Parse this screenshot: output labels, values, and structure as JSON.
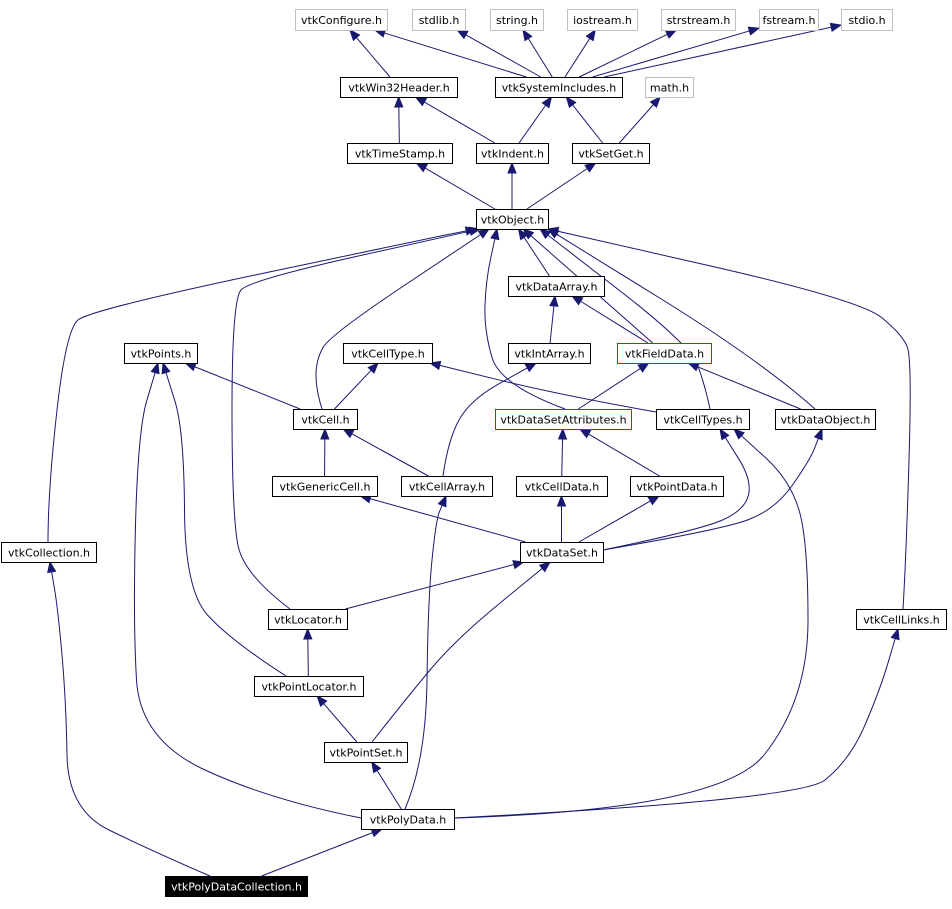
{
  "graph": {
    "nodes": [
      {
        "id": "vtkConfigure",
        "label": "vtkConfigure.h",
        "style": "gray"
      },
      {
        "id": "stdlib",
        "label": "stdlib.h",
        "style": "gray"
      },
      {
        "id": "string",
        "label": "string.h",
        "style": "gray"
      },
      {
        "id": "iostream",
        "label": "iostream.h",
        "style": "gray"
      },
      {
        "id": "strstream",
        "label": "strstream.h",
        "style": "gray"
      },
      {
        "id": "fstream",
        "label": "fstream.h",
        "style": "gray"
      },
      {
        "id": "stdio",
        "label": "stdio.h",
        "style": "gray"
      },
      {
        "id": "vtkWin32Header",
        "label": "vtkWin32Header.h",
        "style": "normal"
      },
      {
        "id": "vtkSystemIncludes",
        "label": "vtkSystemIncludes.h",
        "style": "normal"
      },
      {
        "id": "math",
        "label": "math.h",
        "style": "gray"
      },
      {
        "id": "vtkTimeStamp",
        "label": "vtkTimeStamp.h",
        "style": "normal"
      },
      {
        "id": "vtkIndent",
        "label": "vtkIndent.h",
        "style": "normal"
      },
      {
        "id": "vtkSetGet",
        "label": "vtkSetGet.h",
        "style": "normal"
      },
      {
        "id": "vtkObject",
        "label": "vtkObject.h",
        "style": "normal"
      },
      {
        "id": "vtkDataArray",
        "label": "vtkDataArray.h",
        "style": "normal"
      },
      {
        "id": "vtkPoints",
        "label": "vtkPoints.h",
        "style": "normal"
      },
      {
        "id": "vtkCellType",
        "label": "vtkCellType.h",
        "style": "normal"
      },
      {
        "id": "vtkIntArray",
        "label": "vtkIntArray.h",
        "style": "normal"
      },
      {
        "id": "vtkFieldData",
        "label": "vtkFieldData.h",
        "style": "red"
      },
      {
        "id": "vtkCell",
        "label": "vtkCell.h",
        "style": "normal"
      },
      {
        "id": "vtkDataSetAttributes",
        "label": "vtkDataSetAttributes.h",
        "style": "red"
      },
      {
        "id": "vtkCellTypes",
        "label": "vtkCellTypes.h",
        "style": "normal"
      },
      {
        "id": "vtkDataObject",
        "label": "vtkDataObject.h",
        "style": "normal"
      },
      {
        "id": "vtkGenericCell",
        "label": "vtkGenericCell.h",
        "style": "normal"
      },
      {
        "id": "vtkCellArray",
        "label": "vtkCellArray.h",
        "style": "normal"
      },
      {
        "id": "vtkCellData",
        "label": "vtkCellData.h",
        "style": "normal"
      },
      {
        "id": "vtkPointData",
        "label": "vtkPointData.h",
        "style": "normal"
      },
      {
        "id": "vtkCollection",
        "label": "vtkCollection.h",
        "style": "normal"
      },
      {
        "id": "vtkDataSet",
        "label": "vtkDataSet.h",
        "style": "normal"
      },
      {
        "id": "vtkLocator",
        "label": "vtkLocator.h",
        "style": "normal"
      },
      {
        "id": "vtkCellLinks",
        "label": "vtkCellLinks.h",
        "style": "normal"
      },
      {
        "id": "vtkPointLocator",
        "label": "vtkPointLocator.h",
        "style": "normal"
      },
      {
        "id": "vtkPointSet",
        "label": "vtkPointSet.h",
        "style": "normal"
      },
      {
        "id": "vtkPolyData",
        "label": "vtkPolyData.h",
        "style": "normal"
      },
      {
        "id": "vtkPolyDataCollection",
        "label": "vtkPolyDataCollection.h",
        "style": "root"
      }
    ],
    "edges": [
      [
        "vtkWin32Header",
        "vtkConfigure"
      ],
      [
        "vtkSystemIncludes",
        "vtkConfigure"
      ],
      [
        "vtkSystemIncludes",
        "stdlib"
      ],
      [
        "vtkSystemIncludes",
        "string"
      ],
      [
        "vtkSystemIncludes",
        "iostream"
      ],
      [
        "vtkSystemIncludes",
        "strstream"
      ],
      [
        "vtkSystemIncludes",
        "fstream"
      ],
      [
        "vtkSystemIncludes",
        "stdio"
      ],
      [
        "vtkTimeStamp",
        "vtkWin32Header"
      ],
      [
        "vtkIndent",
        "vtkWin32Header"
      ],
      [
        "vtkIndent",
        "vtkSystemIncludes"
      ],
      [
        "vtkSetGet",
        "vtkSystemIncludes"
      ],
      [
        "vtkSetGet",
        "math"
      ],
      [
        "vtkObject",
        "vtkTimeStamp"
      ],
      [
        "vtkObject",
        "vtkIndent"
      ],
      [
        "vtkObject",
        "vtkSetGet"
      ],
      [
        "vtkDataArray",
        "vtkObject"
      ],
      [
        "vtkIntArray",
        "vtkDataArray"
      ],
      [
        "vtkFieldData",
        "vtkDataArray"
      ],
      [
        "vtkFieldData",
        "vtkObject"
      ],
      [
        "vtkCell",
        "vtkObject"
      ],
      [
        "vtkCell",
        "vtkPoints"
      ],
      [
        "vtkCell",
        "vtkCellType"
      ],
      [
        "vtkDataSetAttributes",
        "vtkObject"
      ],
      [
        "vtkDataSetAttributes",
        "vtkFieldData"
      ],
      [
        "vtkCellTypes",
        "vtkObject"
      ],
      [
        "vtkCellTypes",
        "vtkCellType"
      ],
      [
        "vtkDataObject",
        "vtkObject"
      ],
      [
        "vtkDataObject",
        "vtkFieldData"
      ],
      [
        "vtkGenericCell",
        "vtkCell"
      ],
      [
        "vtkCellArray",
        "vtkCell"
      ],
      [
        "vtkCellArray",
        "vtkIntArray"
      ],
      [
        "vtkCellData",
        "vtkDataSetAttributes"
      ],
      [
        "vtkPointData",
        "vtkDataSetAttributes"
      ],
      [
        "vtkCollection",
        "vtkObject"
      ],
      [
        "vtkDataSet",
        "vtkGenericCell"
      ],
      [
        "vtkDataSet",
        "vtkCellData"
      ],
      [
        "vtkDataSet",
        "vtkPointData"
      ],
      [
        "vtkDataSet",
        "vtkCellTypes"
      ],
      [
        "vtkDataSet",
        "vtkDataObject"
      ],
      [
        "vtkLocator",
        "vtkDataSet"
      ],
      [
        "vtkLocator",
        "vtkObject"
      ],
      [
        "vtkCellLinks",
        "vtkObject"
      ],
      [
        "vtkPointLocator",
        "vtkLocator"
      ],
      [
        "vtkPointLocator",
        "vtkPoints"
      ],
      [
        "vtkPointSet",
        "vtkPointLocator"
      ],
      [
        "vtkPointSet",
        "vtkDataSet"
      ],
      [
        "vtkPolyData",
        "vtkPointSet"
      ],
      [
        "vtkPolyData",
        "vtkCellArray"
      ],
      [
        "vtkPolyData",
        "vtkPoints"
      ],
      [
        "vtkPolyData",
        "vtkCellTypes"
      ],
      [
        "vtkPolyData",
        "vtkCellLinks"
      ],
      [
        "vtkPolyDataCollection",
        "vtkPolyData"
      ],
      [
        "vtkPolyDataCollection",
        "vtkCollection"
      ]
    ]
  }
}
